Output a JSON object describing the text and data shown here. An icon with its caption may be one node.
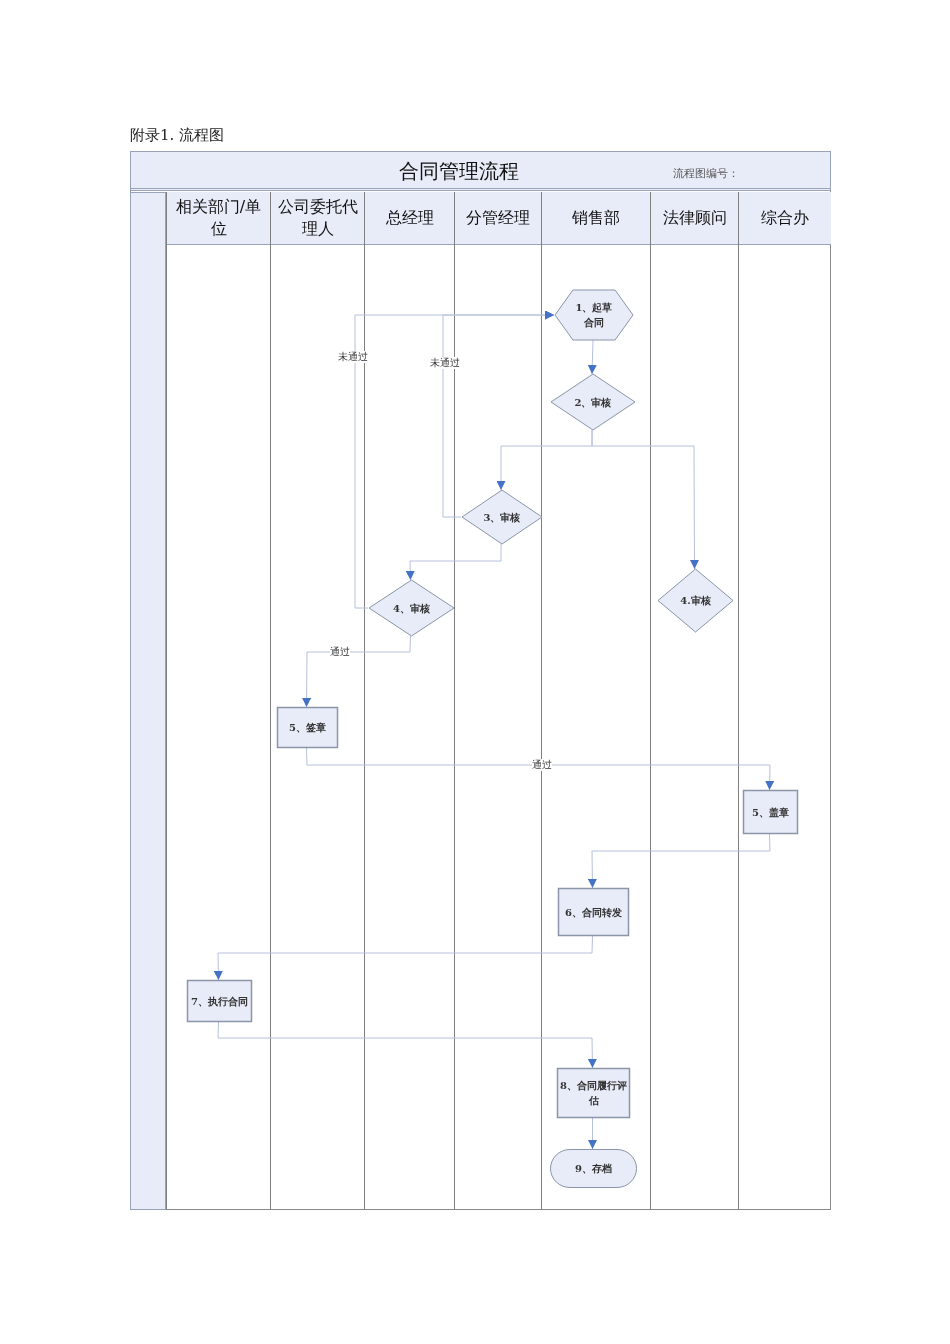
{
  "diagram": {
    "title": "合同管理流程",
    "nodes": [
      {
        "text": [
          "相关部门/单位"
        ]
      },
      {
        "text": [
          "公司委托代理人"
        ]
      },
      {
        "text": [
          "总经理"
        ]
      },
      {
        "text": [
          "分管经理"
        ]
      },
      {
        "text": [
          "销售部"
        ]
      },
      {
        "text": [
          "法律顾问"
        ]
      },
      {
        "text": [
          "综合办"
        ]
      },
      {
        "text": [
          "1、起草合同"
        ],
        "in": 4
      },
      {
        "text": [
          "2、审核"
        ],
        "in": 4
      },
      {
        "text": [
          "3、审核"
        ],
        "in": 3
      },
      {
        "text": [
          "4、审核"
        ],
        "in": 2
      },
      {
        "text": [
          "4.审核"
        ],
        "in": 5
      },
      {
        "text": [
          "5、签章"
        ],
        "in": 1
      },
      {
        "text": [
          "5、盖章"
        ],
        "in": 6
      },
      {
        "text": [
          "6、合同转发"
        ],
        "in": 4
      },
      {
        "text": [
          "7、执行合同"
        ],
        "in": 0
      },
      {
        "text": [
          "8、合同履行评估"
        ],
        "in": 4
      },
      {
        "text": [
          "9、存档"
        ],
        "in": 4
      }
    ],
    "edges": [
      {
        "from": 7,
        "to": 8,
        "arrow": "to"
      },
      {
        "from": 8,
        "to": 9,
        "arrow": "to"
      },
      {
        "from": 8,
        "to": 11,
        "arrow": "to"
      },
      {
        "from": 9,
        "to": 7,
        "arrow": "to",
        "label": "未通过"
      },
      {
        "from": 9,
        "to": 10,
        "arrow": "to"
      },
      {
        "from": 10,
        "to": 7,
        "arrow": "to",
        "label": "未通过"
      },
      {
        "from": 10,
        "to": 12,
        "arrow": "to",
        "label": "通过"
      },
      {
        "from": 12,
        "to": 13,
        "arrow": "to",
        "label": "通过"
      },
      {
        "from": 13,
        "to": 14,
        "arrow": "to"
      },
      {
        "from": 14,
        "to": 15,
        "arrow": "to"
      },
      {
        "from": 15,
        "to": 16,
        "arrow": "to"
      },
      {
        "from": 16,
        "to": 17,
        "arrow": "to"
      }
    ],
    "labels": [
      "附录1. 流程图",
      "流程图编号："
    ]
  }
}
